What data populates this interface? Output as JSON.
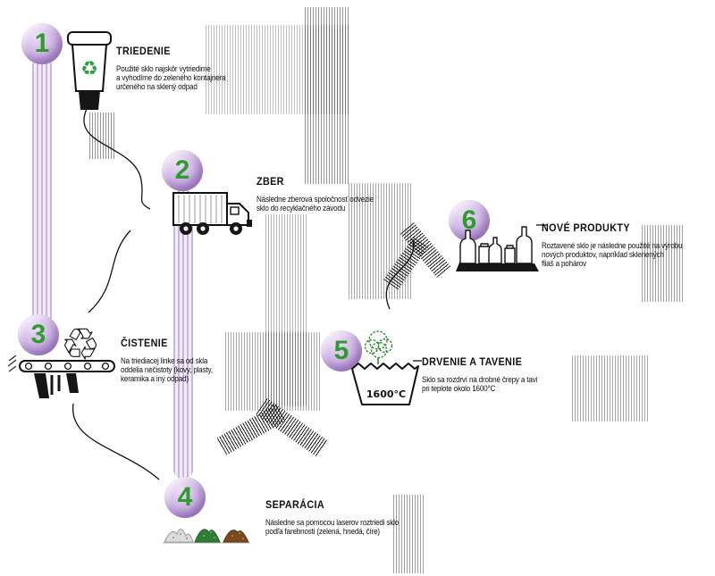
{
  "steps": [
    {
      "number": "1",
      "title": "TRIEDENIE",
      "icon": "waste-bin-icon",
      "lines": [
        "Použité sklo najskôr vytriedime",
        "a vyhodíme do zeleného kontajnera",
        "určeného na sklený odpad"
      ]
    },
    {
      "number": "2",
      "title": "ZBER",
      "icon": "garbage-truck-icon",
      "lines": [
        "Následne zberová spoločnosť odvezie",
        "sklo do recyklačného závodu"
      ]
    },
    {
      "number": "3",
      "title": "ČISTENIE",
      "icon": "conveyor-recycle-icon",
      "lines": [
        "Na triediacej linke sa od skla",
        "oddelia nečistoty (kovy, plasty,",
        "keramika a iný odpad)"
      ]
    },
    {
      "number": "4",
      "title": "SEPARÁCIA",
      "icon": "glass-color-piles-icon",
      "lines": [
        "Následne sa pomocou laserov roztriedi sklo",
        "podľa farebnosti (zelená, hnedá, číre)"
      ]
    },
    {
      "number": "5",
      "title": "DRVENIE A TAVENIE",
      "icon": "melting-pot-icon",
      "furnace_label": "1600°C",
      "lines": [
        "Sklo sa rozdrví na drobné črepy a taví",
        "pri teplote okolo 1600°C"
      ]
    },
    {
      "number": "6",
      "title": "NOVÉ PRODUKTY",
      "icon": "glass-bottles-icon",
      "lines": [
        "Roztavené sklo je následne použité na výrobu",
        "nových produktov, napríklad sklenených",
        "fliaš a pohárov"
      ]
    }
  ],
  "colors": {
    "badge_lavender": "#c6addc",
    "step_number_green": "#2e9b2e",
    "recycle_green": "#2f9e3f",
    "pile_gray": "#dcdcdc",
    "pile_green": "#2f7d32",
    "pile_brown": "#7a4a1e",
    "text": "#111111"
  }
}
